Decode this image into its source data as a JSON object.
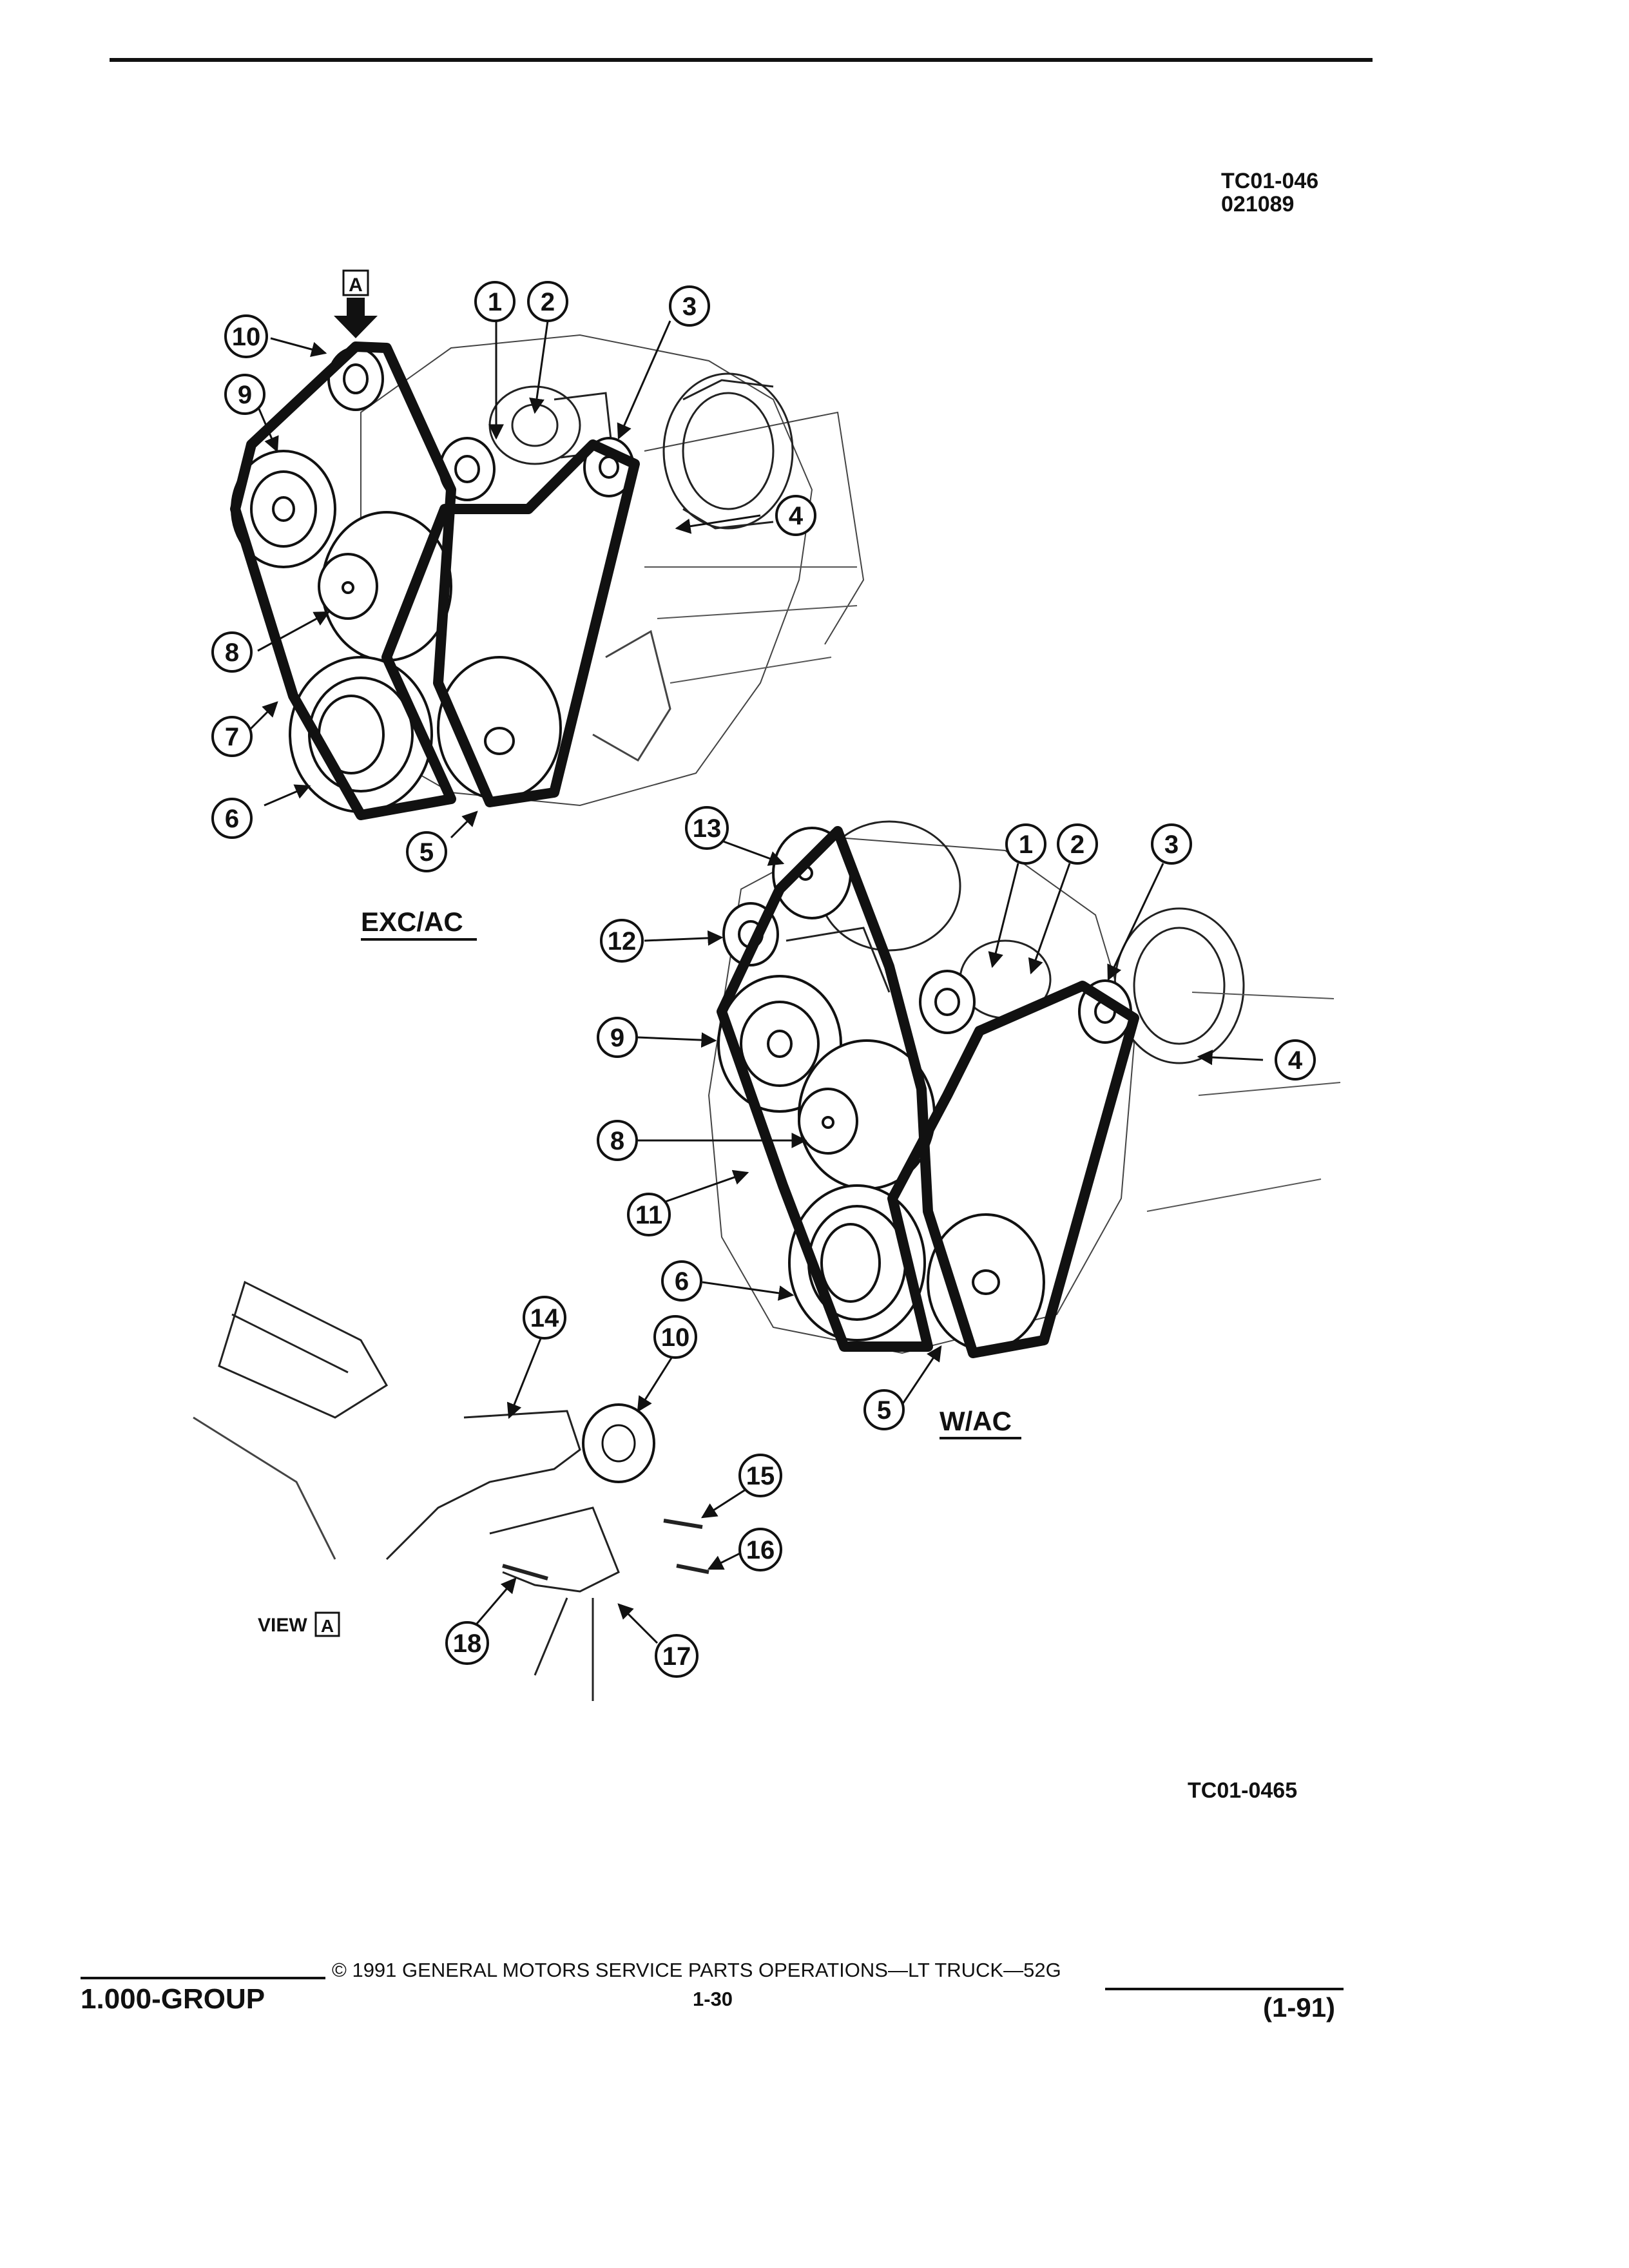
{
  "header": {
    "ref_code_1": "TC01-046",
    "ref_code_2": "021089"
  },
  "diagram": {
    "top_view_label": "EXC/AC",
    "bottom_view_label": "W/AC",
    "detail_view_label": "VIEW",
    "detail_marker": "A",
    "arrow_marker": "A",
    "figure_code": "TC01-0465",
    "callouts_top": [
      "1",
      "2",
      "3",
      "4",
      "5",
      "6",
      "7",
      "8",
      "9",
      "10"
    ],
    "callouts_bottom": [
      "1",
      "2",
      "3",
      "4",
      "5",
      "6",
      "8",
      "9",
      "11",
      "12",
      "13"
    ],
    "callouts_detail": [
      "10",
      "14",
      "15",
      "16",
      "17",
      "18"
    ]
  },
  "footer": {
    "group": "1.000-GROUP",
    "copyright": "© 1991 GENERAL MOTORS SERVICE PARTS OPERATIONS—LT TRUCK—52G",
    "page_number": "1-30",
    "revision": "(1-91)"
  }
}
